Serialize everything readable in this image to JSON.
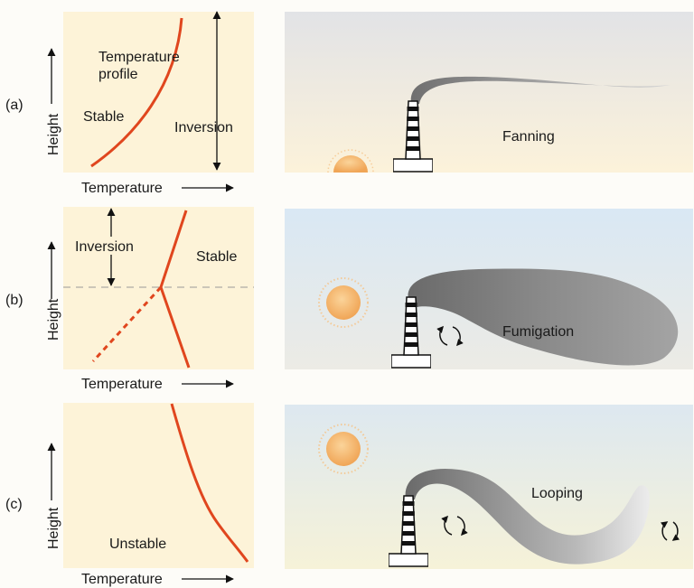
{
  "panels": [
    {
      "tag": "(a)",
      "y_axis_label": "Height",
      "x_axis_label": "Temperature",
      "profile_title_line1": "Temperature",
      "profile_title_line2": "profile",
      "stability_label": "Stable",
      "inversion_label": "Inversion",
      "plume_label": "Fanning"
    },
    {
      "tag": "(b)",
      "y_axis_label": "Height",
      "x_axis_label": "Temperature",
      "inversion_label": "Inversion",
      "stability_label": "Stable",
      "plume_label": "Fumigation"
    },
    {
      "tag": "(c)",
      "y_axis_label": "Height",
      "x_axis_label": "Temperature",
      "stability_label": "Unstable",
      "plume_label": "Looping"
    }
  ],
  "colors": {
    "profile_line": "#e0461e",
    "graph_bg": "#fdf3d8",
    "plume": "#7a7a7a",
    "sun": "#f6b36a"
  }
}
